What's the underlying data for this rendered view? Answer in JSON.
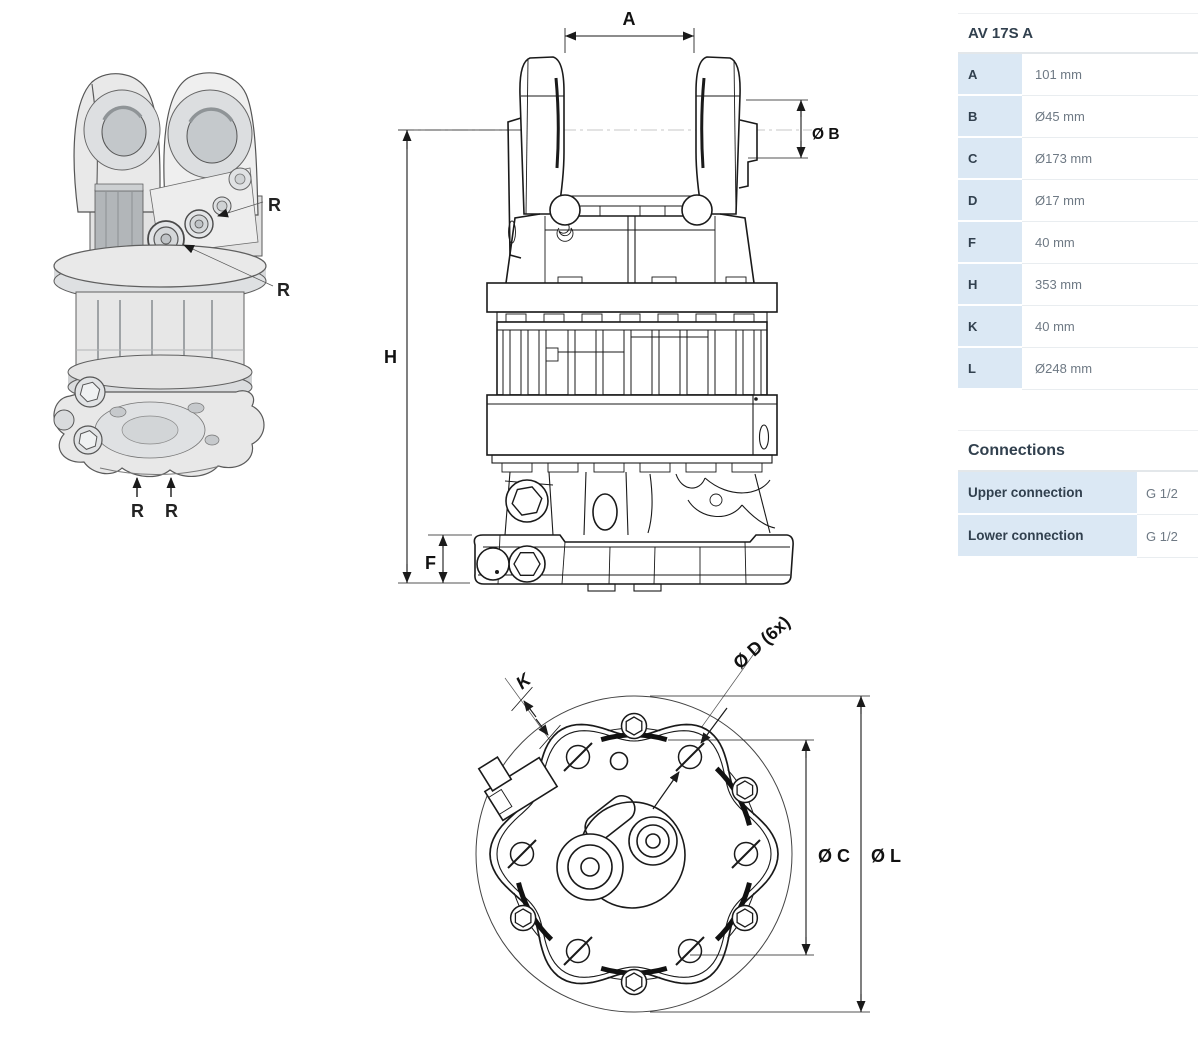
{
  "spec_table": {
    "title": "AV 17S A",
    "rows": [
      {
        "key": "A",
        "value": "101 mm"
      },
      {
        "key": "B",
        "value": "Ø45 mm"
      },
      {
        "key": "C",
        "value": "Ø173 mm"
      },
      {
        "key": "D",
        "value": "Ø17 mm"
      },
      {
        "key": "F",
        "value": "40 mm"
      },
      {
        "key": "H",
        "value": "353 mm"
      },
      {
        "key": "K",
        "value": "40 mm"
      },
      {
        "key": "L",
        "value": "Ø248 mm"
      }
    ]
  },
  "connections_table": {
    "title": "Connections",
    "rows": [
      {
        "label": "Upper connection",
        "value": "G 1/2"
      },
      {
        "label": "Lower connection",
        "value": "G 1/2"
      }
    ]
  },
  "front_view": {
    "dim_a": "A",
    "dim_b": "Ø B",
    "dim_h": "H",
    "dim_f": "F"
  },
  "bottom_view": {
    "dim_k": "K",
    "dim_d": "Ø D (6x)",
    "dim_c": "Ø C",
    "dim_l": "Ø L"
  },
  "iso_view": {
    "r1": "R",
    "r2": "R",
    "r3": "R",
    "r4": "R"
  },
  "colors": {
    "accent_row_bg": "#dbe8f4",
    "heading_text": "#31404e",
    "value_text": "#6e7984",
    "row_border": "#e9edf0",
    "drawing_line": "#1a1a1a"
  }
}
